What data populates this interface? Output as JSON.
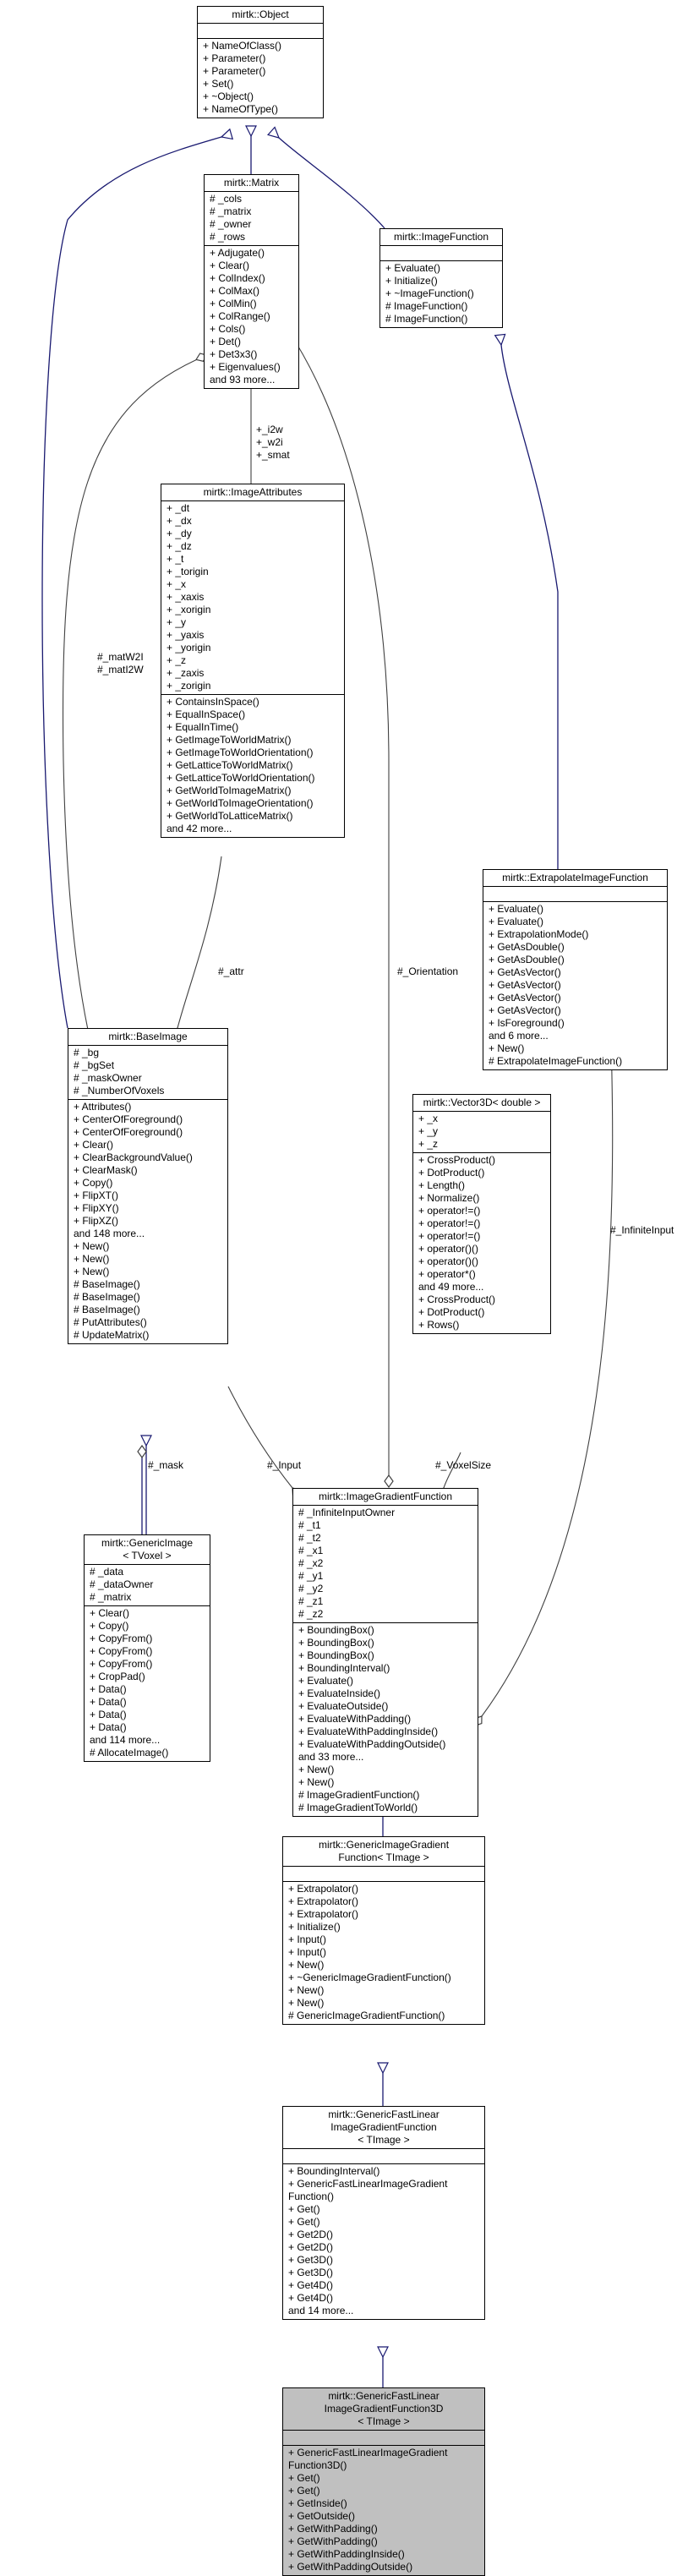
{
  "nodes": [
    {
      "id": "object",
      "title": [
        "mirtk::Object"
      ],
      "attrs": [],
      "methods": [
        "+ NameOfClass()",
        "+ Parameter()",
        "+ Parameter()",
        "+ Set()",
        "+ ~Object()",
        "+ NameOfType()"
      ]
    },
    {
      "id": "matrix",
      "title": [
        "mirtk::Matrix"
      ],
      "attrs": [
        "# _cols",
        "# _matrix",
        "# _owner",
        "# _rows"
      ],
      "methods": [
        "+ Adjugate()",
        "+ Clear()",
        "+ ColIndex()",
        "+ ColMax()",
        "+ ColMin()",
        "+ ColRange()",
        "+ Cols()",
        "+ Det()",
        "+ Det3x3()",
        "+ Eigenvalues()",
        "and 93 more..."
      ]
    },
    {
      "id": "imagefunction",
      "title": [
        "mirtk::ImageFunction"
      ],
      "attrs": [],
      "methods": [
        "+ Evaluate()",
        "+ Initialize()",
        "+ ~ImageFunction()",
        "# ImageFunction()",
        "# ImageFunction()"
      ]
    },
    {
      "id": "imageattributes",
      "title": [
        "mirtk::ImageAttributes"
      ],
      "attrs": [
        "+ _dt",
        "+ _dx",
        "+ _dy",
        "+ _dz",
        "+ _t",
        "+ _torigin",
        "+ _x",
        "+ _xaxis",
        "+ _xorigin",
        "+ _y",
        "+ _yaxis",
        "+ _yorigin",
        "+ _z",
        "+ _zaxis",
        "+ _zorigin"
      ],
      "methods": [
        "+ ContainsInSpace()",
        "+ EqualInSpace()",
        "+ EqualInTime()",
        "+ GetImageToWorldMatrix()",
        "+ GetImageToWorldOrientation()",
        "+ GetLatticeToWorldMatrix()",
        "+ GetLatticeToWorldOrientation()",
        "+ GetWorldToImageMatrix()",
        "+ GetWorldToImageOrientation()",
        "+ GetWorldToLatticeMatrix()",
        "and 42 more..."
      ]
    },
    {
      "id": "extrapolate",
      "title": [
        "mirtk::ExtrapolateImageFunction"
      ],
      "attrs": [],
      "methods": [
        "+ Evaluate()",
        "+ Evaluate()",
        "+ ExtrapolationMode()",
        "+ GetAsDouble()",
        "+ GetAsDouble()",
        "+ GetAsVector()",
        "+ GetAsVector()",
        "+ GetAsVector()",
        "+ GetAsVector()",
        "+ IsForeground()",
        "and 6 more...",
        "+ New()",
        "# ExtrapolateImageFunction()"
      ]
    },
    {
      "id": "baseimage",
      "title": [
        "mirtk::BaseImage"
      ],
      "attrs": [
        "# _bg",
        "# _bgSet",
        "# _maskOwner",
        "# _NumberOfVoxels"
      ],
      "methods": [
        "+ Attributes()",
        "+ CenterOfForeground()",
        "+ CenterOfForeground()",
        "+ Clear()",
        "+ ClearBackgroundValue()",
        "+ ClearMask()",
        "+ Copy()",
        "+ FlipXT()",
        "+ FlipXY()",
        "+ FlipXZ()",
        "and 148 more...",
        "+ New()",
        "+ New()",
        "+ New()",
        "# BaseImage()",
        "# BaseImage()",
        "# BaseImage()",
        "# PutAttributes()",
        "# UpdateMatrix()"
      ]
    },
    {
      "id": "vector3d",
      "title": [
        "mirtk::Vector3D< double >"
      ],
      "attrs": [
        "+ _x",
        "+ _y",
        "+ _z"
      ],
      "methods": [
        "+ CrossProduct()",
        "+ DotProduct()",
        "+ Length()",
        "+ Normalize()",
        "+ operator!=()",
        "+ operator!=()",
        "+ operator!=()",
        "+ operator()()",
        "+ operator()()",
        "+ operator*()",
        "and 49 more...",
        "+ CrossProduct()",
        "+ DotProduct()",
        "+ Rows()"
      ]
    },
    {
      "id": "genericimage",
      "title": [
        "mirtk::GenericImage",
        "< TVoxel >"
      ],
      "attrs": [
        "# _data",
        "# _dataOwner",
        "# _matrix"
      ],
      "methods": [
        "+ Clear()",
        "+ Copy()",
        "+ CopyFrom()",
        "+ CopyFrom()",
        "+ CopyFrom()",
        "+ CropPad()",
        "+ Data()",
        "+ Data()",
        "+ Data()",
        "+ Data()",
        "and 114 more...",
        "# AllocateImage()"
      ]
    },
    {
      "id": "gradient",
      "title": [
        "mirtk::ImageGradientFunction"
      ],
      "attrs": [
        "# _InfiniteInputOwner",
        "# _t1",
        "# _t2",
        "# _x1",
        "# _x2",
        "# _y1",
        "# _y2",
        "# _z1",
        "# _z2"
      ],
      "methods": [
        "+ BoundingBox()",
        "+ BoundingBox()",
        "+ BoundingBox()",
        "+ BoundingInterval()",
        "+ Evaluate()",
        "+ EvaluateInside()",
        "+ EvaluateOutside()",
        "+ EvaluateWithPadding()",
        "+ EvaluateWithPaddingInside()",
        "+ EvaluateWithPaddingOutside()",
        "and 33 more...",
        "+ New()",
        "+ New()",
        "# ImageGradientFunction()",
        "# ImageGradientToWorld()"
      ]
    },
    {
      "id": "genericgradient",
      "title": [
        "mirtk::GenericImageGradient",
        "Function< TImage >"
      ],
      "attrs": [],
      "methods": [
        "+ Extrapolator()",
        "+ Extrapolator()",
        "+ Extrapolator()",
        "+ Initialize()",
        "+ Input()",
        "+ Input()",
        "+ New()",
        "+ ~GenericImageGradientFunction()",
        "+ New()",
        "+ New()",
        "# GenericImageGradientFunction()"
      ]
    },
    {
      "id": "fastlinear",
      "title": [
        "mirtk::GenericFastLinear",
        "ImageGradientFunction",
        "< TImage >"
      ],
      "attrs": [],
      "methods": [
        "+ BoundingInterval()",
        "+ GenericFastLinearImageGradient",
        "Function()",
        "+ Get()",
        "+ Get()",
        "+ Get2D()",
        "+ Get2D()",
        "+ Get3D()",
        "+ Get3D()",
        "+ Get4D()",
        "+ Get4D()",
        "and 14 more..."
      ]
    },
    {
      "id": "fastlinear3d",
      "title": [
        "mirtk::GenericFastLinear",
        "ImageGradientFunction3D",
        "< TImage >"
      ],
      "attrs": [],
      "methods": [
        "+ GenericFastLinearImageGradient",
        "Function3D()",
        "+ Get()",
        "+ Get()",
        "+ GetInside()",
        "+ GetOutside()",
        "+ GetWithPadding()",
        "+ GetWithPadding()",
        "+ GetWithPaddingInside()",
        "+ GetWithPaddingOutside()"
      ]
    }
  ],
  "edge_labels": {
    "i2w": [
      "+_i2w",
      "+_w2i",
      "+_smat"
    ],
    "matw2i": [
      "#_matW2I",
      "#_matI2W"
    ],
    "attr": "#_attr",
    "orientation": "#_Orientation",
    "infinite": "#_InfiniteInput",
    "mask": "#_mask",
    "input": "#_Input",
    "voxelsize": "#_VoxelSize"
  },
  "colors": {
    "arrow": "#191970",
    "highlight_fill": "#c0c0c0",
    "line": "#404040"
  }
}
